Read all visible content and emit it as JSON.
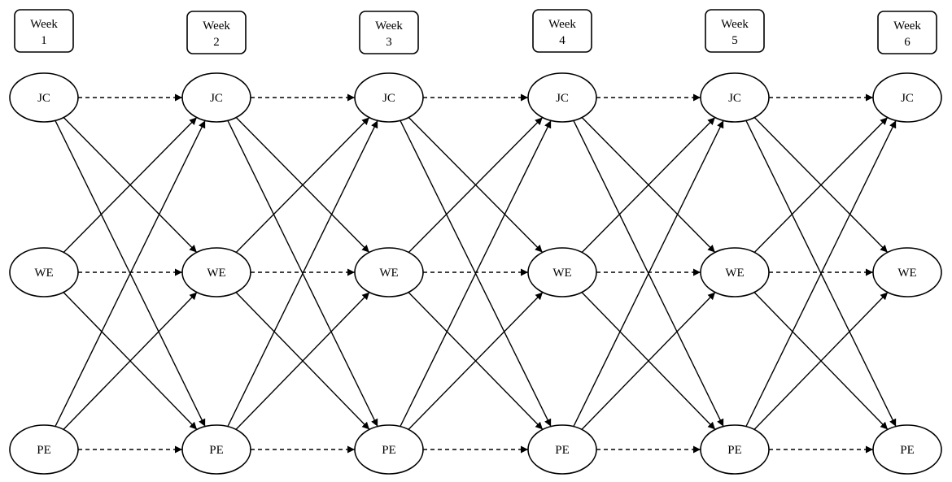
{
  "weeks": [
    {
      "line1": "Week",
      "line2": "1"
    },
    {
      "line1": "Week",
      "line2": "2"
    },
    {
      "line1": "Week",
      "line2": "3"
    },
    {
      "line1": "Week",
      "line2": "4"
    },
    {
      "line1": "Week",
      "line2": "5"
    },
    {
      "line1": "Week",
      "line2": "6"
    }
  ],
  "constructs": [
    "JC",
    "WE",
    "PE"
  ],
  "edges": {
    "autoregressive_style": "dashed",
    "cross_lagged_style": "solid",
    "cross_lagged": "all constructs at week t to all other constructs at week t+1"
  },
  "colors": {
    "stroke": "#000000",
    "background": "#ffffff"
  }
}
